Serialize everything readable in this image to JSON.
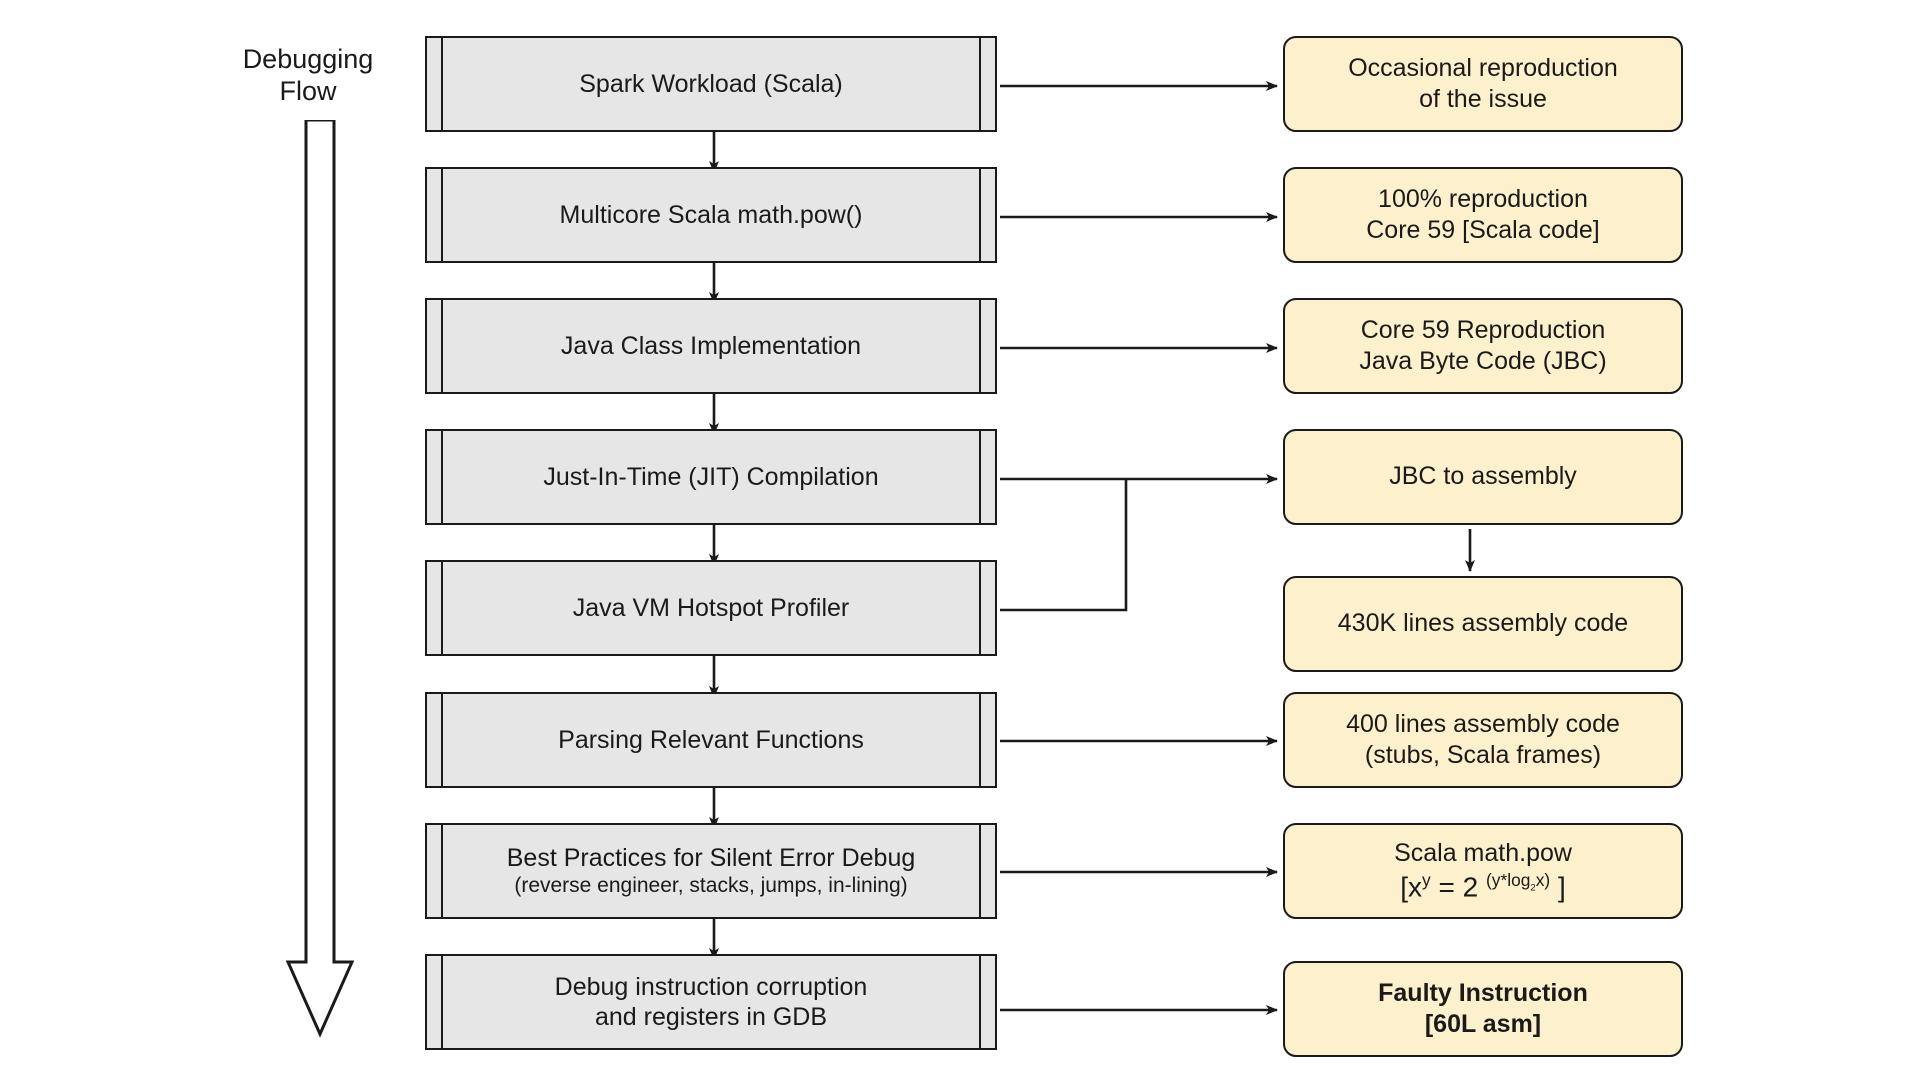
{
  "diagram": {
    "title": "Debugging Flow",
    "flow_label_lines": "Debugging\nFlow",
    "colors": {
      "process_fill": "#e6e6e6",
      "note_fill": "#fcf0cd",
      "stroke": "#1a1a1a",
      "background": "#ffffff"
    },
    "flow_arrow_name": "debugging-flow-down-arrow"
  },
  "process_steps": [
    {
      "id": "spark-workload",
      "label": "Spark Workload (Scala)",
      "sublabel": ""
    },
    {
      "id": "multicore-mathpow",
      "label": "Multicore Scala math.pow()",
      "sublabel": ""
    },
    {
      "id": "java-class-impl",
      "label": "Java Class Implementation",
      "sublabel": ""
    },
    {
      "id": "jit-compilation",
      "label": "Just-In-Time (JIT) Compilation",
      "sublabel": ""
    },
    {
      "id": "jvm-hotspot",
      "label": "Java VM Hotspot Profiler",
      "sublabel": ""
    },
    {
      "id": "parsing-functions",
      "label": "Parsing Relevant Functions",
      "sublabel": ""
    },
    {
      "id": "best-practices",
      "label": "Best Practices for Silent Error Debug",
      "sublabel": "(reverse engineer, stacks, jumps, in-lining)"
    },
    {
      "id": "debug-gdb",
      "label": "Debug instruction corruption\nand registers in GDB",
      "sublabel": ""
    }
  ],
  "notes": [
    {
      "id": "occasional-repro",
      "text": "Occasional reproduction\nof the issue",
      "bold": false
    },
    {
      "id": "full-repro",
      "text": "100% reproduction\nCore 59 [Scala code]",
      "bold": false
    },
    {
      "id": "core59-jbc",
      "text": "Core 59 Reproduction\nJava Byte Code (JBC)",
      "bold": false
    },
    {
      "id": "jbc-to-assembly",
      "text": "JBC to assembly",
      "bold": false
    },
    {
      "id": "assembly-430k",
      "text": "430K lines assembly code",
      "bold": false
    },
    {
      "id": "assembly-400",
      "text": "400 lines assembly code\n(stubs, Scala frames)",
      "bold": false
    },
    {
      "id": "faulty-instruction",
      "text": "Faulty Instruction\n[60L asm]",
      "bold": true
    }
  ],
  "math_note": {
    "id": "scala-mathpow-formula",
    "line1": "Scala math.pow",
    "formula_prefix": "[x",
    "formula_exp": "y",
    "formula_mid": " = 2 ",
    "formula_sup_open": "(y*log",
    "formula_sup_sub": "2",
    "formula_sup_close": "x)",
    "formula_suffix": " ]"
  }
}
